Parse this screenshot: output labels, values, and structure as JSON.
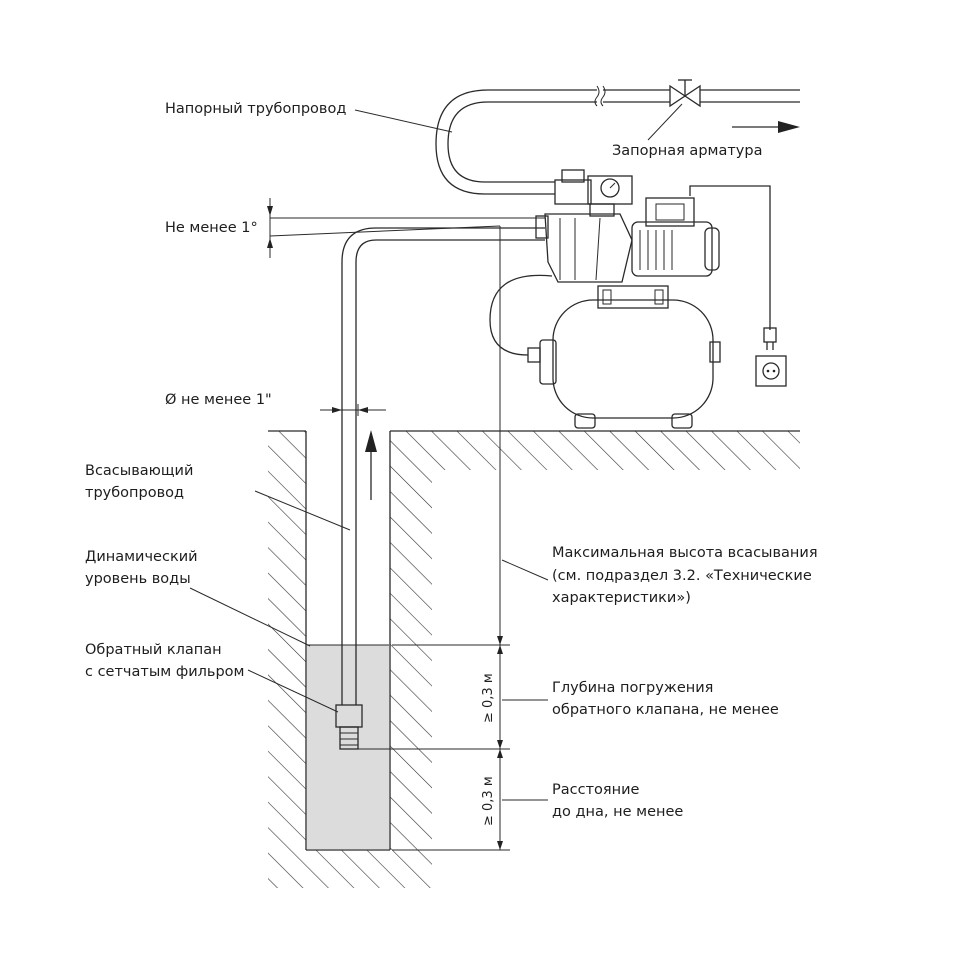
{
  "labels": {
    "pressure_pipe": "Напорный трубопровод",
    "shutoff_valve": "Запорная арматура",
    "min_slope": "Не менее 1°",
    "diameter": "Ø не менее 1\"",
    "suction_pipe_1": "Всасывающий",
    "suction_pipe_2": "трубопровод",
    "water_level_1": "Динамический",
    "water_level_2": "уровень воды",
    "check_valve_1": "Обратный клапан",
    "check_valve_2": "с сетчатым фильром",
    "max_suction_1": "Максимальная высота всасывания",
    "max_suction_2": "(см. подраздел 3.2. «Технические",
    "max_suction_3": "характеристики»)",
    "immersion_1": "Глубина погружения",
    "immersion_2": "обратного клапана, не менее",
    "bottom_1": "Расстояние",
    "bottom_2": "до дна, не менее"
  },
  "dimensions": {
    "immersion_depth": "≥ 0,3 м",
    "bottom_distance": "≥ 0,3 м"
  },
  "icons": [
    "flow-arrow-icon",
    "upflow-arrow-icon",
    "shutoff-valve-icon",
    "pressure-gauge-icon",
    "power-plug-icon",
    "power-socket-icon"
  ]
}
